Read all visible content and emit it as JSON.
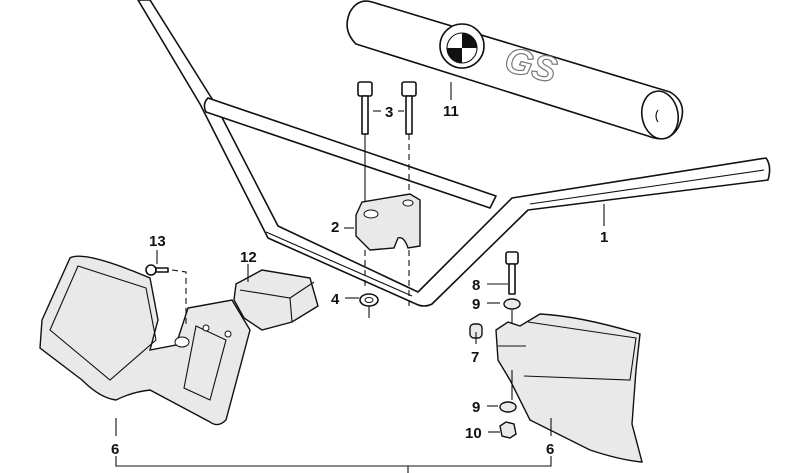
{
  "diagram": {
    "title": "Handlebar assembly exploded view",
    "logo_text": "BMW",
    "pad_text": "GS",
    "callouts": [
      {
        "id": "c1",
        "label": "1"
      },
      {
        "id": "c2",
        "label": "2"
      },
      {
        "id": "c3",
        "label": "3"
      },
      {
        "id": "c4",
        "label": "4"
      },
      {
        "id": "c6a",
        "label": "6"
      },
      {
        "id": "c6b",
        "label": "6"
      },
      {
        "id": "c7",
        "label": "7"
      },
      {
        "id": "c8",
        "label": "8"
      },
      {
        "id": "c9a",
        "label": "9"
      },
      {
        "id": "c9b",
        "label": "9"
      },
      {
        "id": "c10",
        "label": "10"
      },
      {
        "id": "c11",
        "label": "11"
      },
      {
        "id": "c12",
        "label": "12"
      },
      {
        "id": "c13",
        "label": "13"
      }
    ]
  }
}
